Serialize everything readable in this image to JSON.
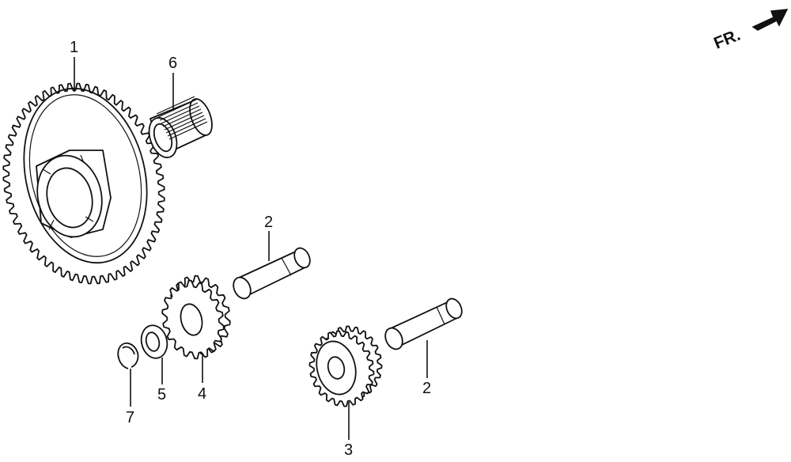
{
  "direction_label": "FR.",
  "callouts": [
    {
      "part": "gear-large",
      "number": "1"
    },
    {
      "part": "shaft-upper",
      "number": "2"
    },
    {
      "part": "shaft-lower",
      "number": "2"
    },
    {
      "part": "gear-lower",
      "number": "3"
    },
    {
      "part": "gear-small",
      "number": "4"
    },
    {
      "part": "washer",
      "number": "5"
    },
    {
      "part": "needle-bearing",
      "number": "6"
    },
    {
      "part": "circlip",
      "number": "7"
    }
  ],
  "colors": {
    "ink": "#111111",
    "paper": "#ffffff"
  }
}
